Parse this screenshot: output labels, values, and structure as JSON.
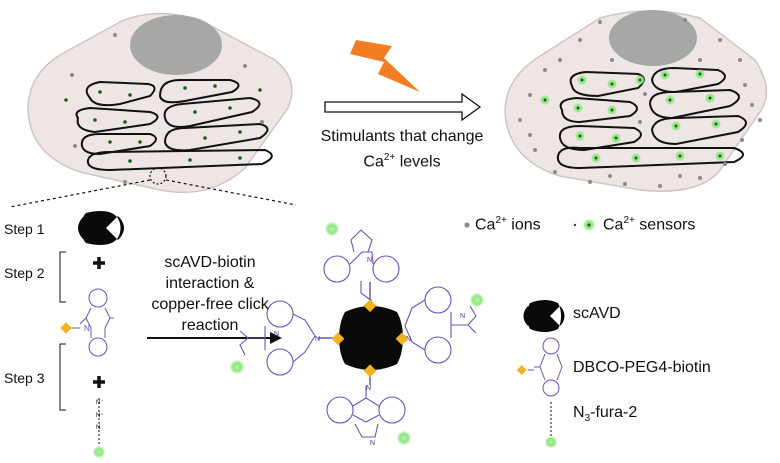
{
  "steps": [
    "Step 1",
    "Step 2",
    "Step 3"
  ],
  "process_label": {
    "line1": "Stimulants that change",
    "line2_prefix": "Ca",
    "line2_sup": "2+",
    "line2_suffix": " levels"
  },
  "reaction_label": [
    "scAVD-biotin",
    "interaction &",
    "copper-free click",
    "reaction"
  ],
  "legend_top": {
    "ions_prefix": "Ca",
    "ions_sup": "2+",
    "ions_suffix": " ions",
    "sensors_prefix": "Ca",
    "sensors_sup": "2+",
    "sensors_suffix": " sensors"
  },
  "legend_right": {
    "scavd": "scAVD",
    "dbco": "DBCO-PEG4-biotin",
    "fura_prefix": "N",
    "fura_sub": "3",
    "fura_suffix": "-fura-2"
  },
  "azide_atoms": [
    "N⁻",
    "N⁺",
    "N"
  ],
  "triazole_atoms": [
    "N",
    "N",
    "N"
  ],
  "colors": {
    "cell_fill": "#ede6e4",
    "nucleus": "#a7a7a7",
    "ion_dot": "#8c8c8c",
    "sensor_glow": "#8fe67f",
    "sensor_core": "#1b5c1b",
    "bond": "#6b54b6",
    "biotin": "#f0b51d",
    "bolt": "#f37d22",
    "avidin": "#0a0a0a"
  }
}
